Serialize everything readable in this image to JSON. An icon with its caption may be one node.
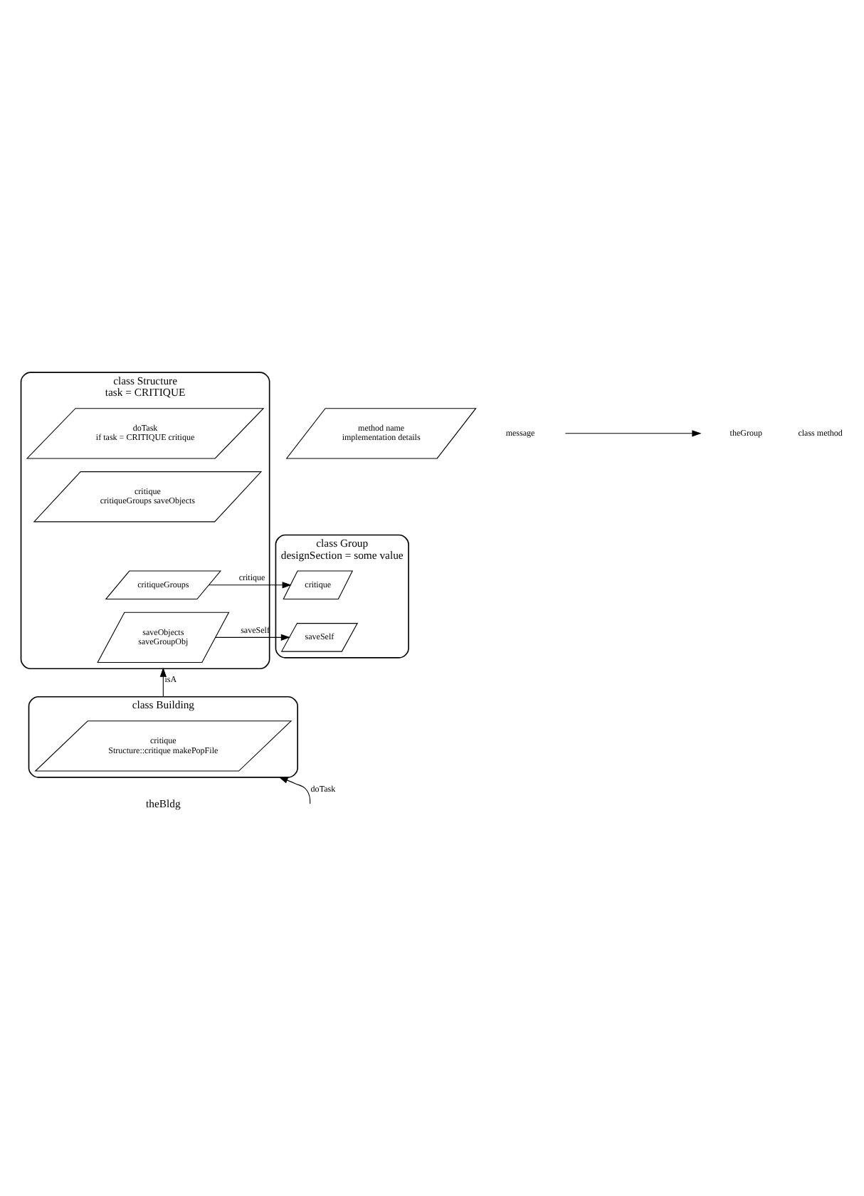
{
  "diagram": {
    "nodes": [
      {
        "text": [
          "class Structure",
          "task = CRITIQUE"
        ]
      },
      {
        "text": [
          "doTask",
          "if task = CRITIQUE critique"
        ],
        "in": 0
      },
      {
        "text": [
          "critique",
          "critiqueGroups saveObjects"
        ],
        "in": 0
      },
      {
        "text": [
          "critiqueGroups"
        ],
        "in": 0
      },
      {
        "text": [
          "saveObjects",
          "saveGroupObj"
        ],
        "in": 0
      },
      {
        "text": [
          "class Group",
          "designSection = some value"
        ]
      },
      {
        "text": [
          "critique"
        ],
        "in": 5
      },
      {
        "text": [
          "saveSelf"
        ],
        "in": 5
      },
      {
        "text": [
          "class Building"
        ],
        "beside": [
          "theBldg"
        ]
      },
      {
        "text": [
          "critique",
          "Structure::critique makePopFile"
        ],
        "in": 8
      },
      {
        "text": [
          "method name",
          "implementation details"
        ]
      }
    ],
    "edges": [
      {
        "from": 3,
        "to": 6,
        "arrow": "to",
        "label": "critique"
      },
      {
        "from": 4,
        "to": 7,
        "arrow": "to",
        "label": "saveSelf"
      },
      {
        "from": 8,
        "to": 0,
        "arrow": "to",
        "label": "isA"
      },
      {
        "from": null,
        "to": 8,
        "arrow": "to",
        "label": "doTask"
      }
    ],
    "labels": [
      "theGroup",
      "class method"
    ],
    "legend": [
      {
        "text": "message"
      }
    ]
  }
}
